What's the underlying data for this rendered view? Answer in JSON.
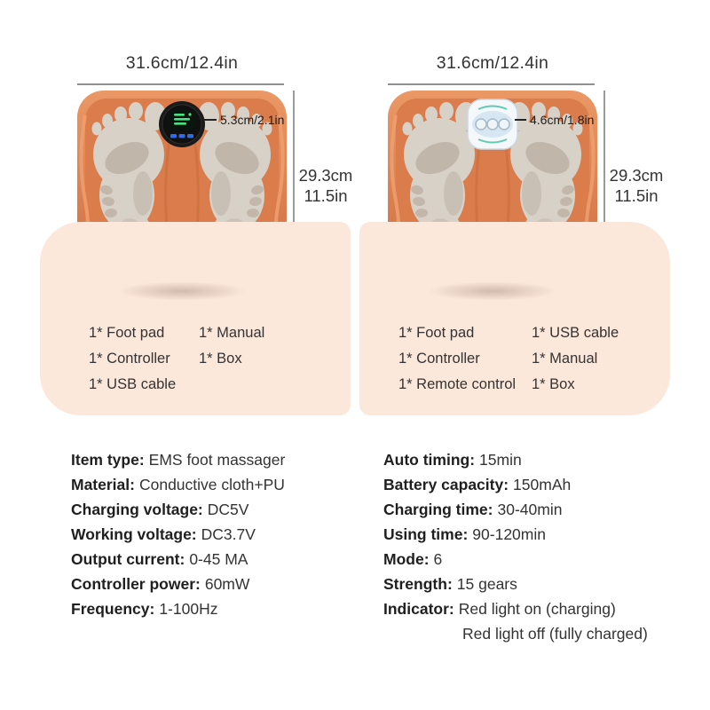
{
  "products": [
    {
      "width_label": "31.6cm/12.4in",
      "height_cm": "29.3cm",
      "height_in": "11.5in",
      "controller_size": "5.3cm/2.1in",
      "package": {
        "col1": [
          "1* Foot pad",
          "1* Controller",
          "1* USB cable"
        ],
        "col2": [
          "1* Manual",
          "1* Box"
        ]
      }
    },
    {
      "width_label": "31.6cm/12.4in",
      "height_cm": "29.3cm",
      "height_in": "11.5in",
      "controller_size": "4.6cm/1.8in",
      "package": {
        "col1": [
          "1* Foot pad",
          "1* Controller",
          "1* Remote control"
        ],
        "col2": [
          "1* USB cable",
          "1* Manual",
          "1* Box"
        ]
      }
    }
  ],
  "specs": {
    "left": [
      {
        "label": "Item type:",
        "value": "EMS foot massager"
      },
      {
        "label": "Material:",
        "value": "Conductive cloth+PU"
      },
      {
        "label": "Charging voltage:",
        "value": "DC5V"
      },
      {
        "label": "Working voltage:",
        "value": "DC3.7V"
      },
      {
        "label": "Output current:",
        "value": "0-45 MA"
      },
      {
        "label": "Controller power:",
        "value": "60mW"
      },
      {
        "label": "Frequency:",
        "value": "1-100Hz"
      }
    ],
    "right": [
      {
        "label": "Auto timing:",
        "value": "15min"
      },
      {
        "label": "Battery capacity:",
        "value": "150mAh"
      },
      {
        "label": "Charging time:",
        "value": "30-40min"
      },
      {
        "label": "Using time:",
        "value": "90-120min"
      },
      {
        "label": "Mode:",
        "value": "6"
      },
      {
        "label": "Strength:",
        "value": "15 gears"
      },
      {
        "label": "Indicator:",
        "value": "Red light on (charging)"
      },
      {
        "label": "",
        "value": "Red light off (fully charged)"
      }
    ]
  },
  "colors": {
    "panel_pink": "#fce7db",
    "pad_orange": "#de8253",
    "pad_orange_dark": "#cf7040",
    "foot_gray": "#d8d1c8",
    "dimension_line": "#8f8f8f",
    "screen_green": "#49e381",
    "button_blue": "#2e6ce0",
    "remote_teal": "#62cab3"
  }
}
